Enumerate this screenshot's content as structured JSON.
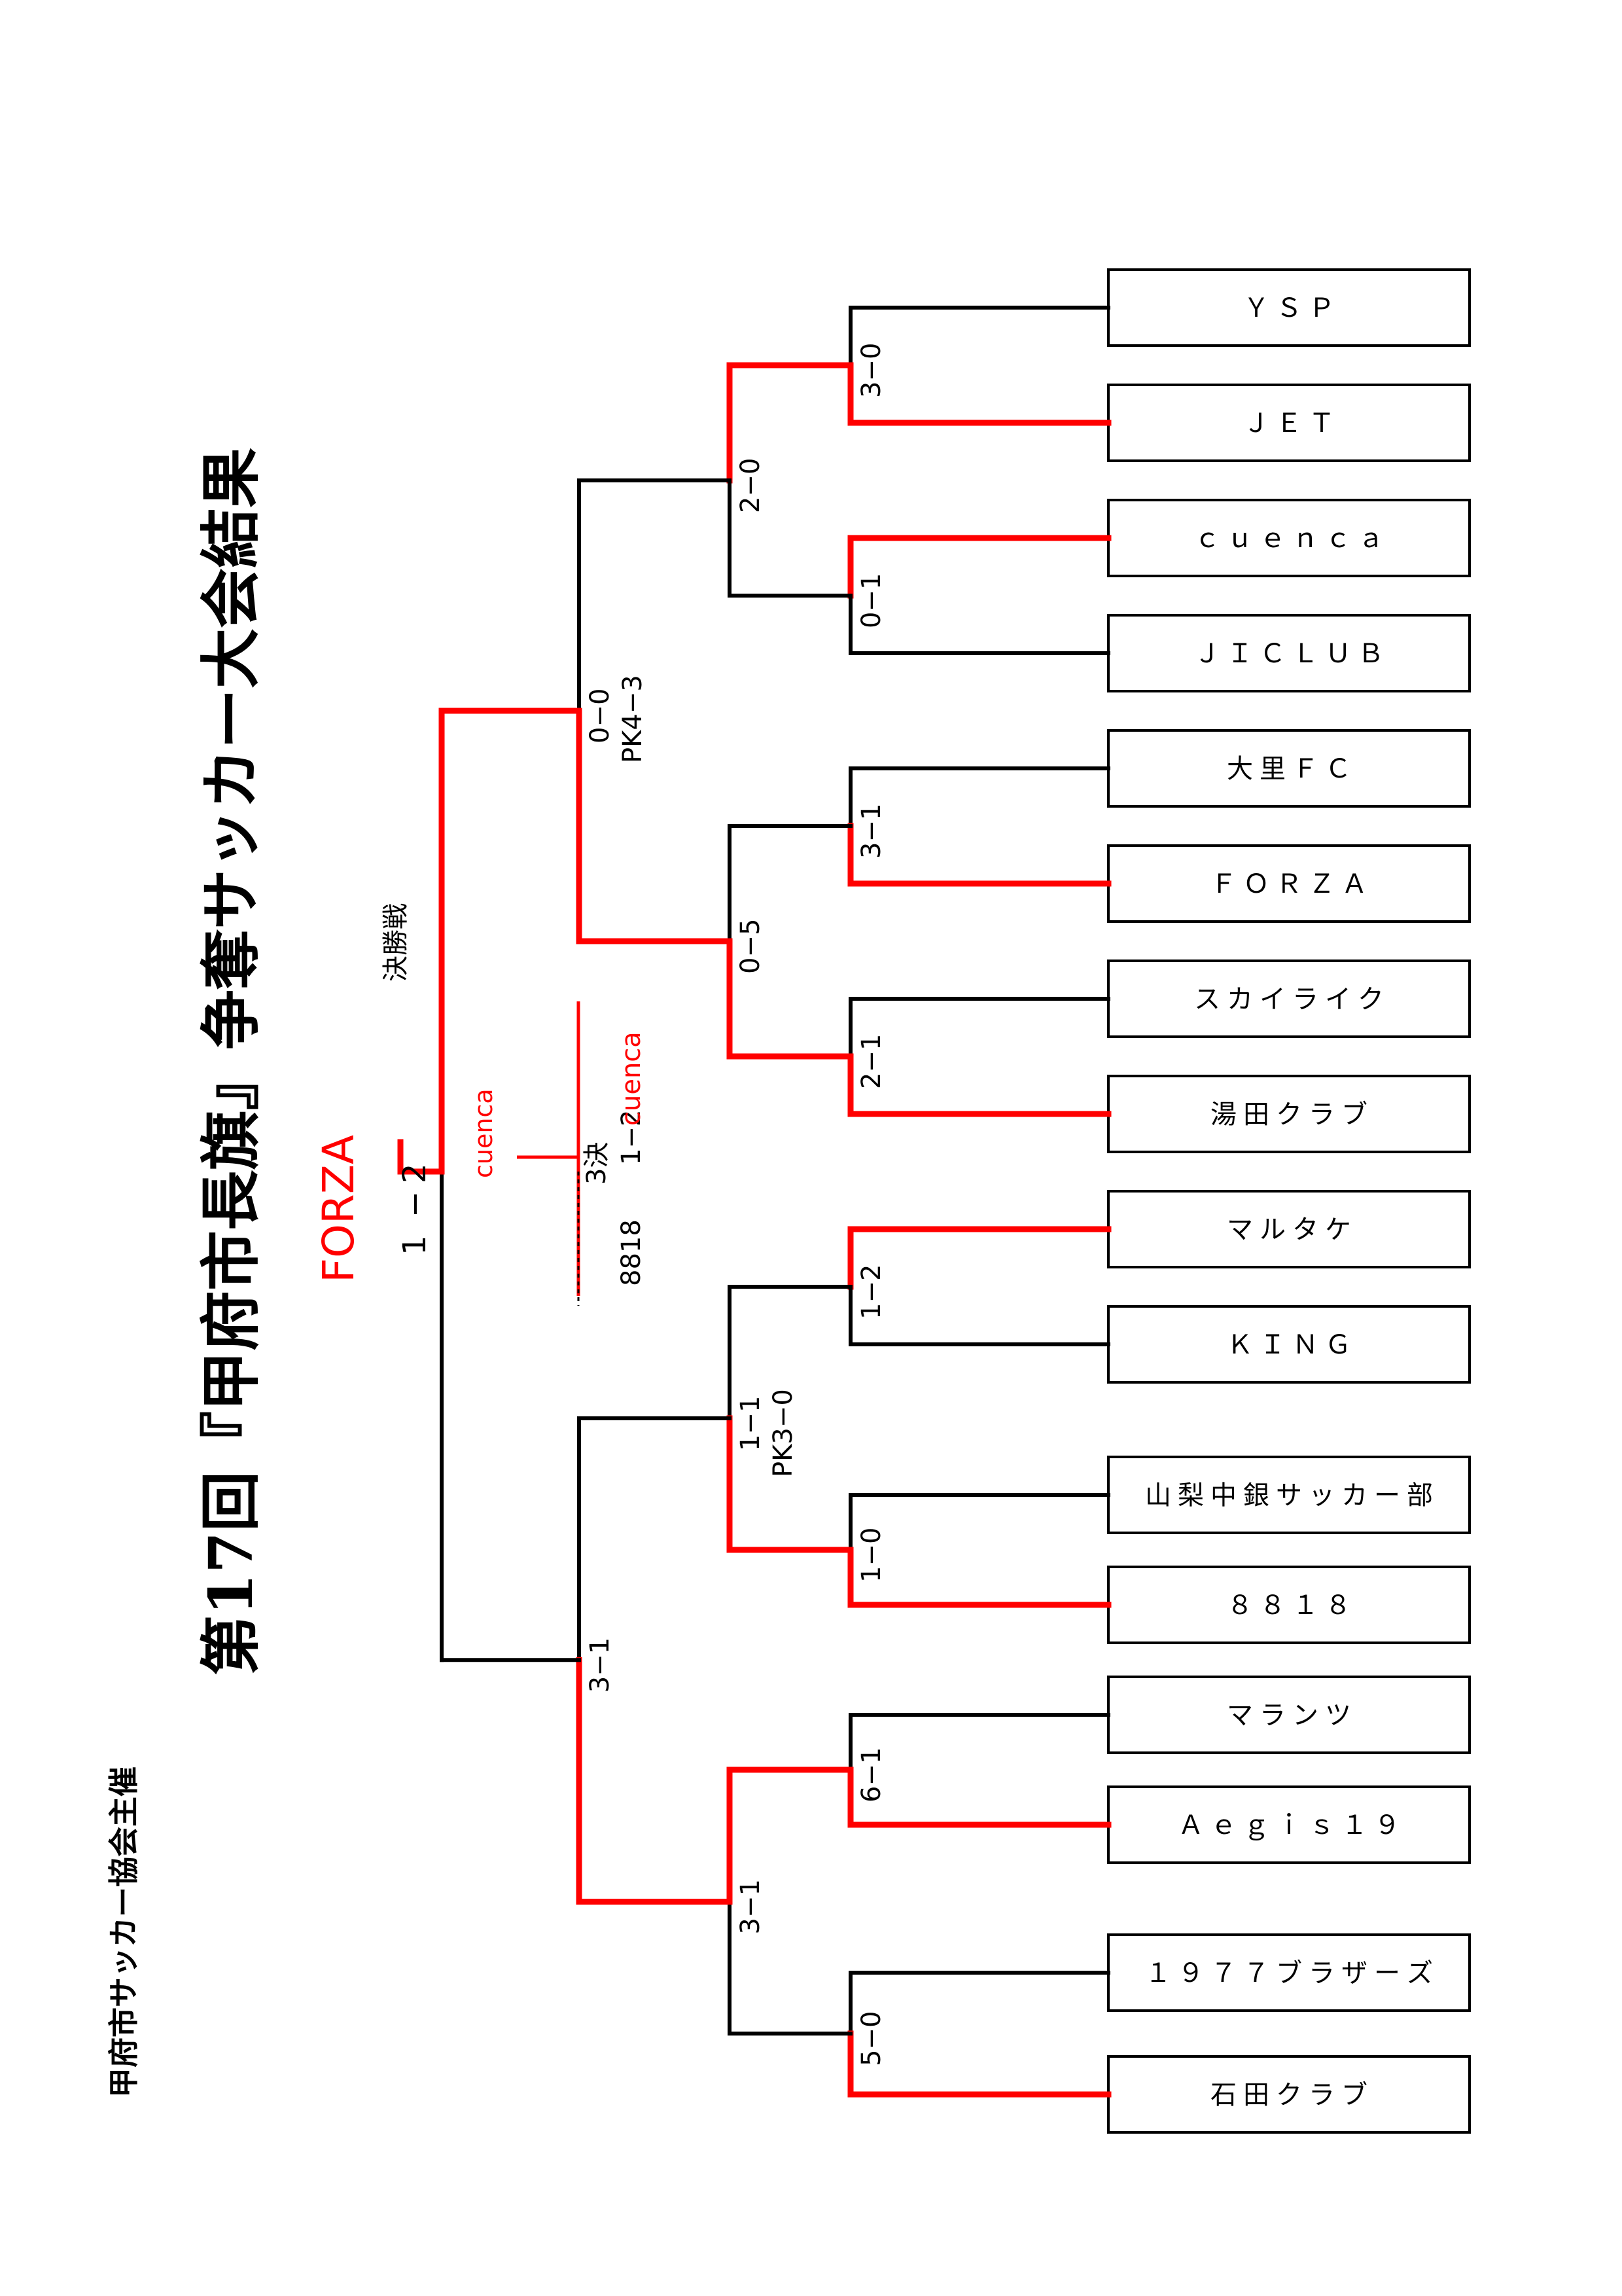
{
  "title": "第17回『甲府市長旗』争奪サッカー大会結果",
  "organizer": "甲府市サッカー協会主催",
  "final": {
    "label": "決勝戦",
    "score_left": "1",
    "score_dash": "−",
    "score_right": "2",
    "champion": "FORZA",
    "runner_side_team": "cuenca"
  },
  "third_place": {
    "label": "3決",
    "score": "1−2",
    "left_team": "8818",
    "winner": "cuenca"
  },
  "teams": [
    "ＹＳＰ",
    "ＪＥＴ",
    "ｃｕｅｎｃａ",
    "ＪＩＣＬＵＢ",
    "大里ＦＣ",
    "ＦＯＲＺＡ",
    "スカイライク",
    "湯田クラブ",
    "マルタケ",
    "ＫＩＮＧ",
    "山梨中銀サッカー部",
    "８８１８",
    "マランツ",
    "Ａｅｇｉｓ１９",
    "１９７７ブラザーズ",
    "石田クラブ"
  ],
  "round1_scores": [
    "3−0",
    "0−1",
    "3−1",
    "2−1",
    "1−2",
    "1−0",
    "6−1",
    "5−0"
  ],
  "quarter_scores": [
    "2−0",
    "0−5",
    "1−1",
    "3−1"
  ],
  "quarter_pk": [
    "",
    "",
    "PK3−0",
    ""
  ],
  "semi_scores": [
    "0−0",
    "3−1"
  ],
  "semi_pk": [
    "PK4−3",
    ""
  ],
  "colors": {
    "winner_line": "#ff0000",
    "line": "#000000",
    "red_text": "#ff0000"
  }
}
